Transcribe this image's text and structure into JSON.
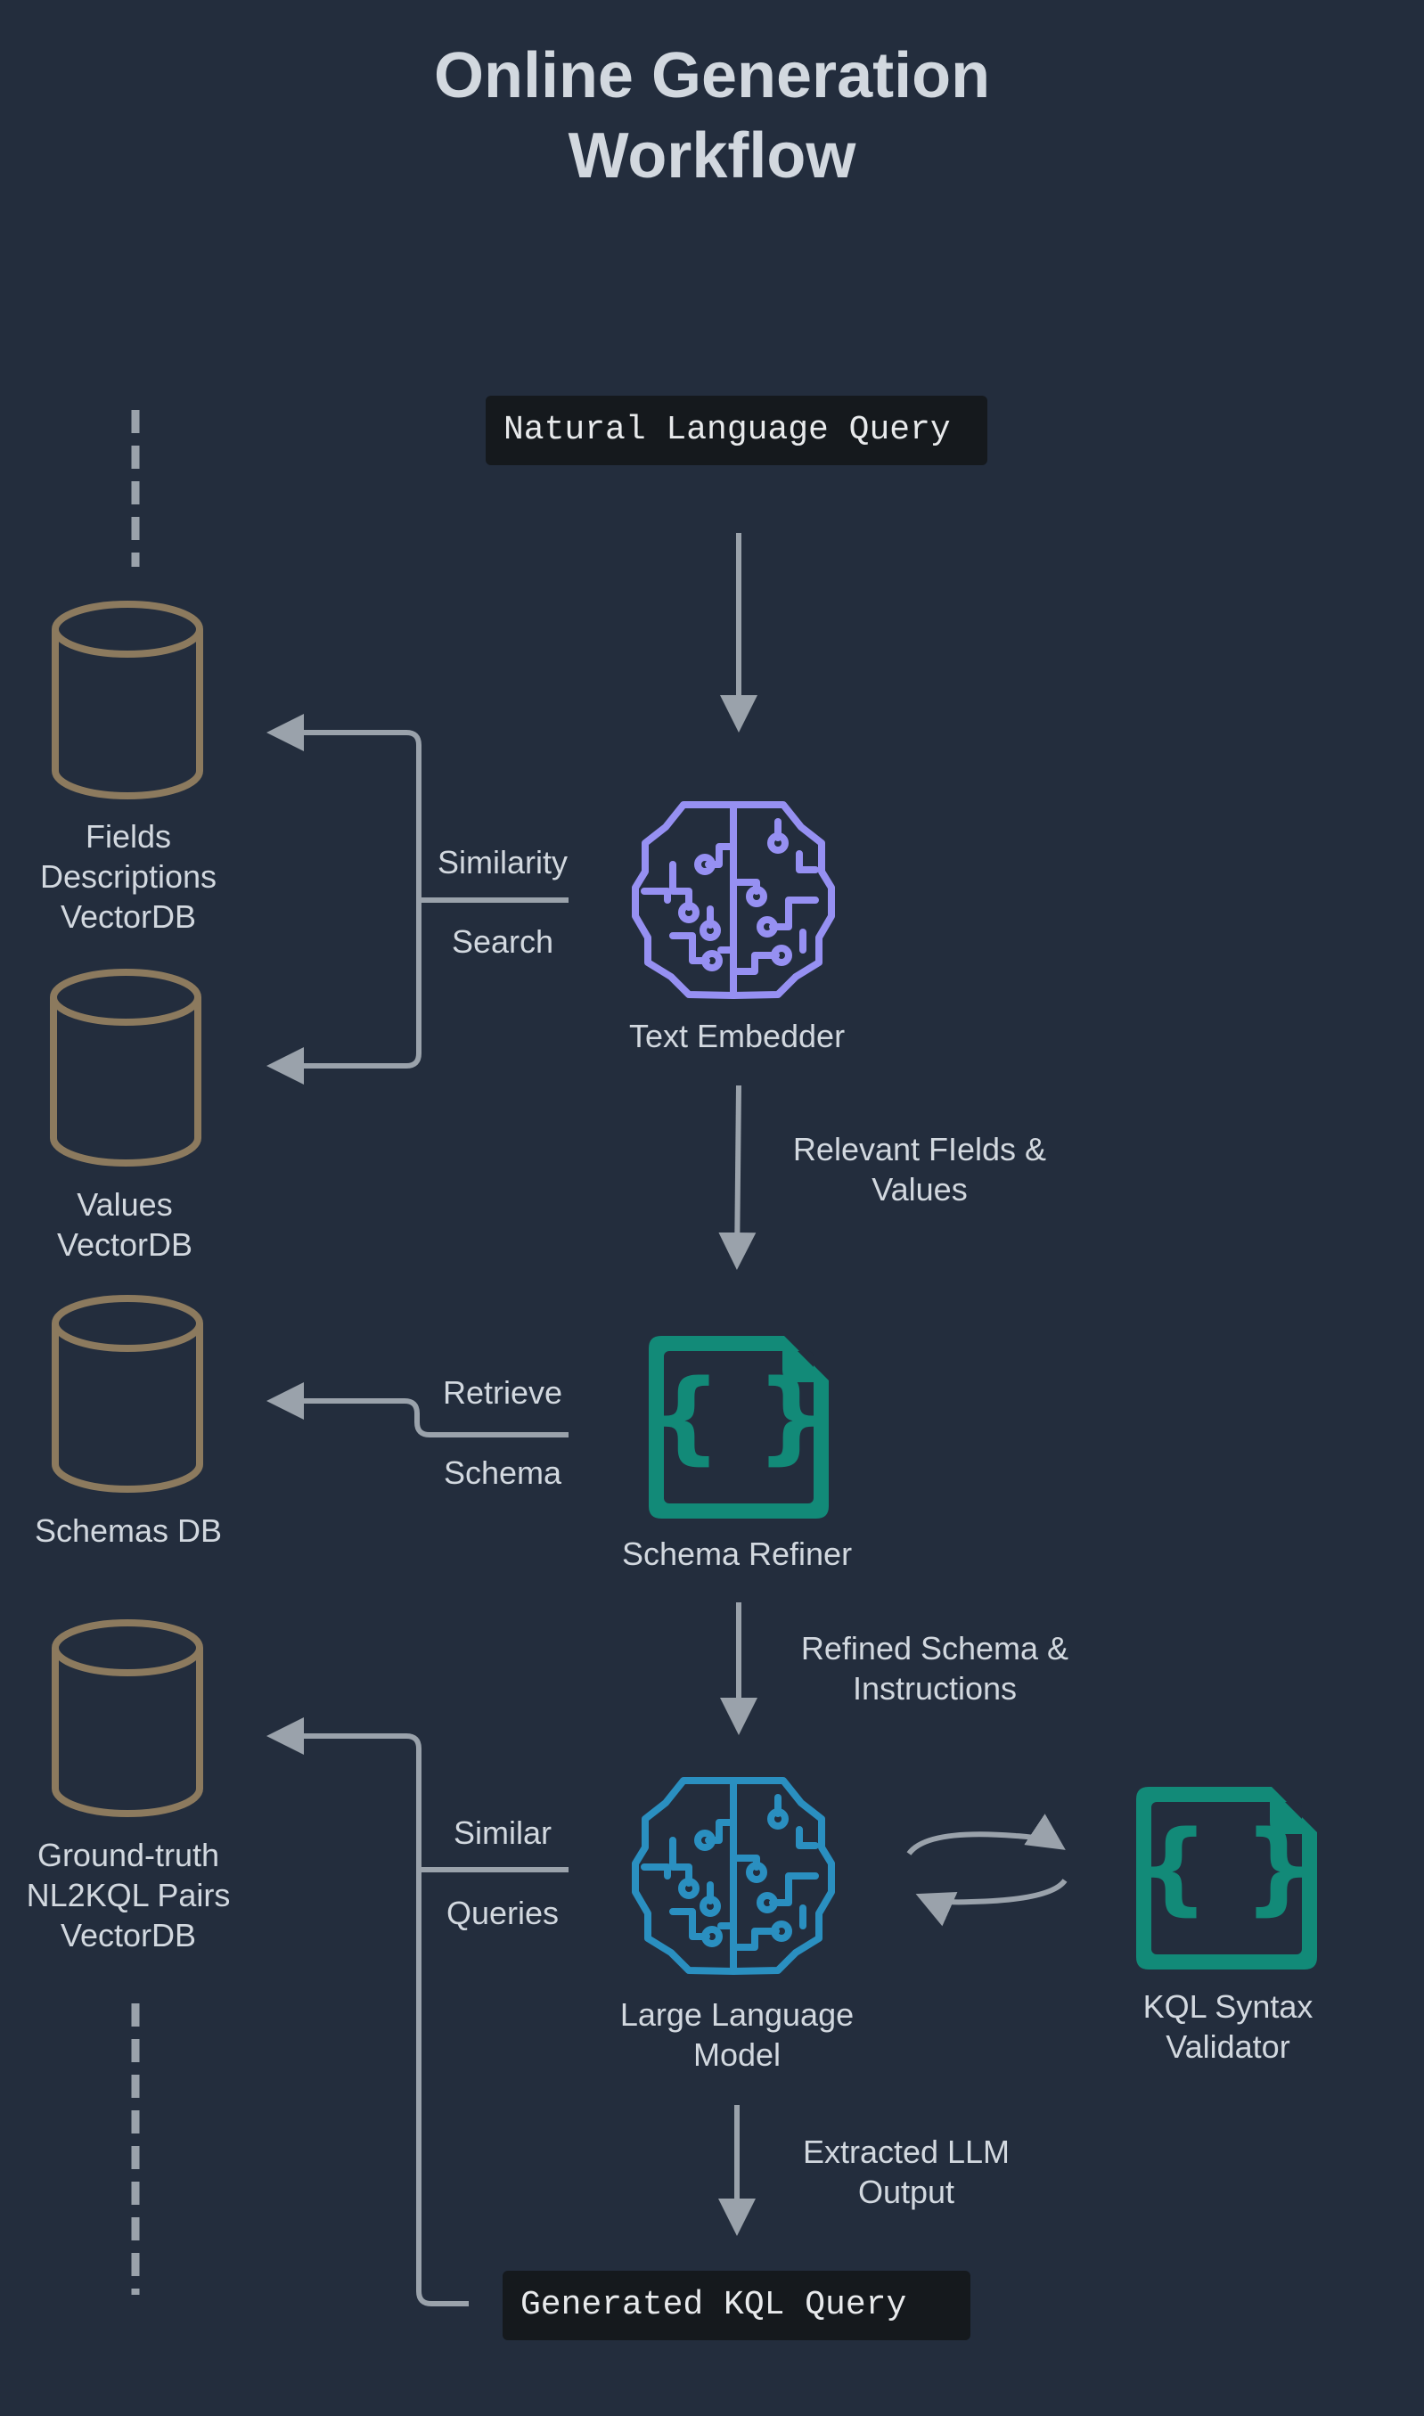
{
  "title": "Online Generation\nWorkflow",
  "nodes": {
    "nl_query": "Natural Language Query",
    "text_embedder": "Text Embedder",
    "schema_refiner": "Schema Refiner",
    "llm": "Large Language\nModel",
    "kql_validator": "KQL Syntax\nValidator",
    "generated_query": "Generated KQL Query"
  },
  "databases": {
    "fields_desc": "Fields\nDescriptions\nVectorDB",
    "values": "Values\nVectorDB",
    "schemas": "Schemas DB",
    "ground_truth": "Ground-truth\nNL2KQL Pairs\nVectorDB"
  },
  "edges": {
    "similarity_1": "Similarity",
    "similarity_2": "Search",
    "relevant": "Relevant FIelds &\nValues",
    "retrieve_1": "Retrieve",
    "retrieve_2": "Schema",
    "refined": "Refined Schema &\nInstructions",
    "similar_1": "Similar",
    "similar_2": "Queries",
    "extracted": "Extracted LLM\nOutput"
  },
  "icons": {
    "embedder": "brain-circuit-icon",
    "refiner": "json-file-icon",
    "llm": "brain-circuit-icon",
    "validator": "json-file-icon",
    "database": "cylinder-database-icon"
  },
  "colors": {
    "background": "#232d3d",
    "text": "#d2d8df",
    "arrow": "#9aa2ab",
    "database": "#8c7a5e",
    "embedder": "#9690f2",
    "llm": "#2a8fc0",
    "document": "#128a78"
  }
}
